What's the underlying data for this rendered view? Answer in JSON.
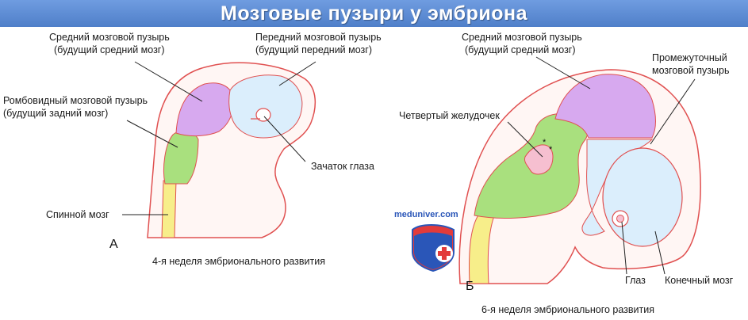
{
  "title": "Мозговые пузыри у эмбриона",
  "colors": {
    "title_bar": "#5b8ad6",
    "rhombencephalon": "#a9e07e",
    "mesencephalon": "#d7a9ef",
    "prosencephalon": "#dbeefc",
    "spinal_cord": "#f7ee8a",
    "outline": "#e05050",
    "ventricle": "#f6bfd0"
  },
  "panel_a": {
    "letter": "A",
    "caption": "4-я неделя эмбрионального развития",
    "labels": {
      "midbrain_1": "Средний мозговой пузырь",
      "midbrain_2": "(будущий средний мозг)",
      "forebrain_1": "Передний мозговой пузырь",
      "forebrain_2": "(будущий передний мозг)",
      "rhomb_1": "Ромбовидный мозговой пузырь",
      "rhomb_2": "(будущий задний мозг)",
      "eye_primordium": "Зачаток глаза",
      "spinal_cord": "Спинной мозг"
    }
  },
  "panel_b": {
    "letter": "Б",
    "caption": "6-я неделя эмбрионального развития",
    "labels": {
      "midbrain_1": "Средний мозговой пузырь",
      "midbrain_2": "(будущий средний мозг)",
      "diencephalon_1": "Промежуточный",
      "diencephalon_2": "мозговой пузырь",
      "fourth_ventricle": "Четвертый желудочек",
      "eye": "Глаз",
      "telencephalon": "Конечный мозг"
    }
  },
  "watermark": {
    "site": "meduniver.com",
    "logo": "shield-cross-logo"
  }
}
